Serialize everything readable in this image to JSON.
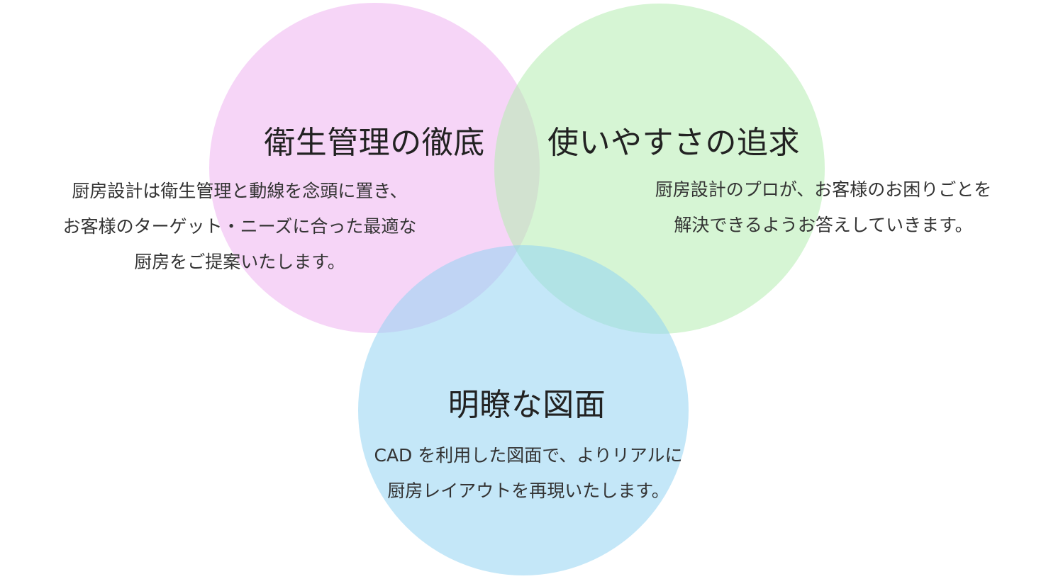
{
  "colors": {
    "pink": "#efb2f0",
    "green": "#b5ecb0",
    "blue": "#93d3f3"
  },
  "items": [
    {
      "title": "衛生管理の徹底",
      "lines": [
        "厨房設計は衛生管理と動線を念頭に置き、",
        "お客様のターゲット・ニーズに合った最適な",
        "厨房をご提案いたします。"
      ]
    },
    {
      "title": "使いやすさの追求",
      "lines": [
        "厨房設計のプロが、お客様のお困りごとを",
        "解決できるようお答えしていきます。"
      ]
    },
    {
      "title": "明瞭な図面",
      "lines": [
        "CAD を利用した図面で、よりリアルに",
        "厨房レイアウトを再現いたします。"
      ]
    }
  ]
}
